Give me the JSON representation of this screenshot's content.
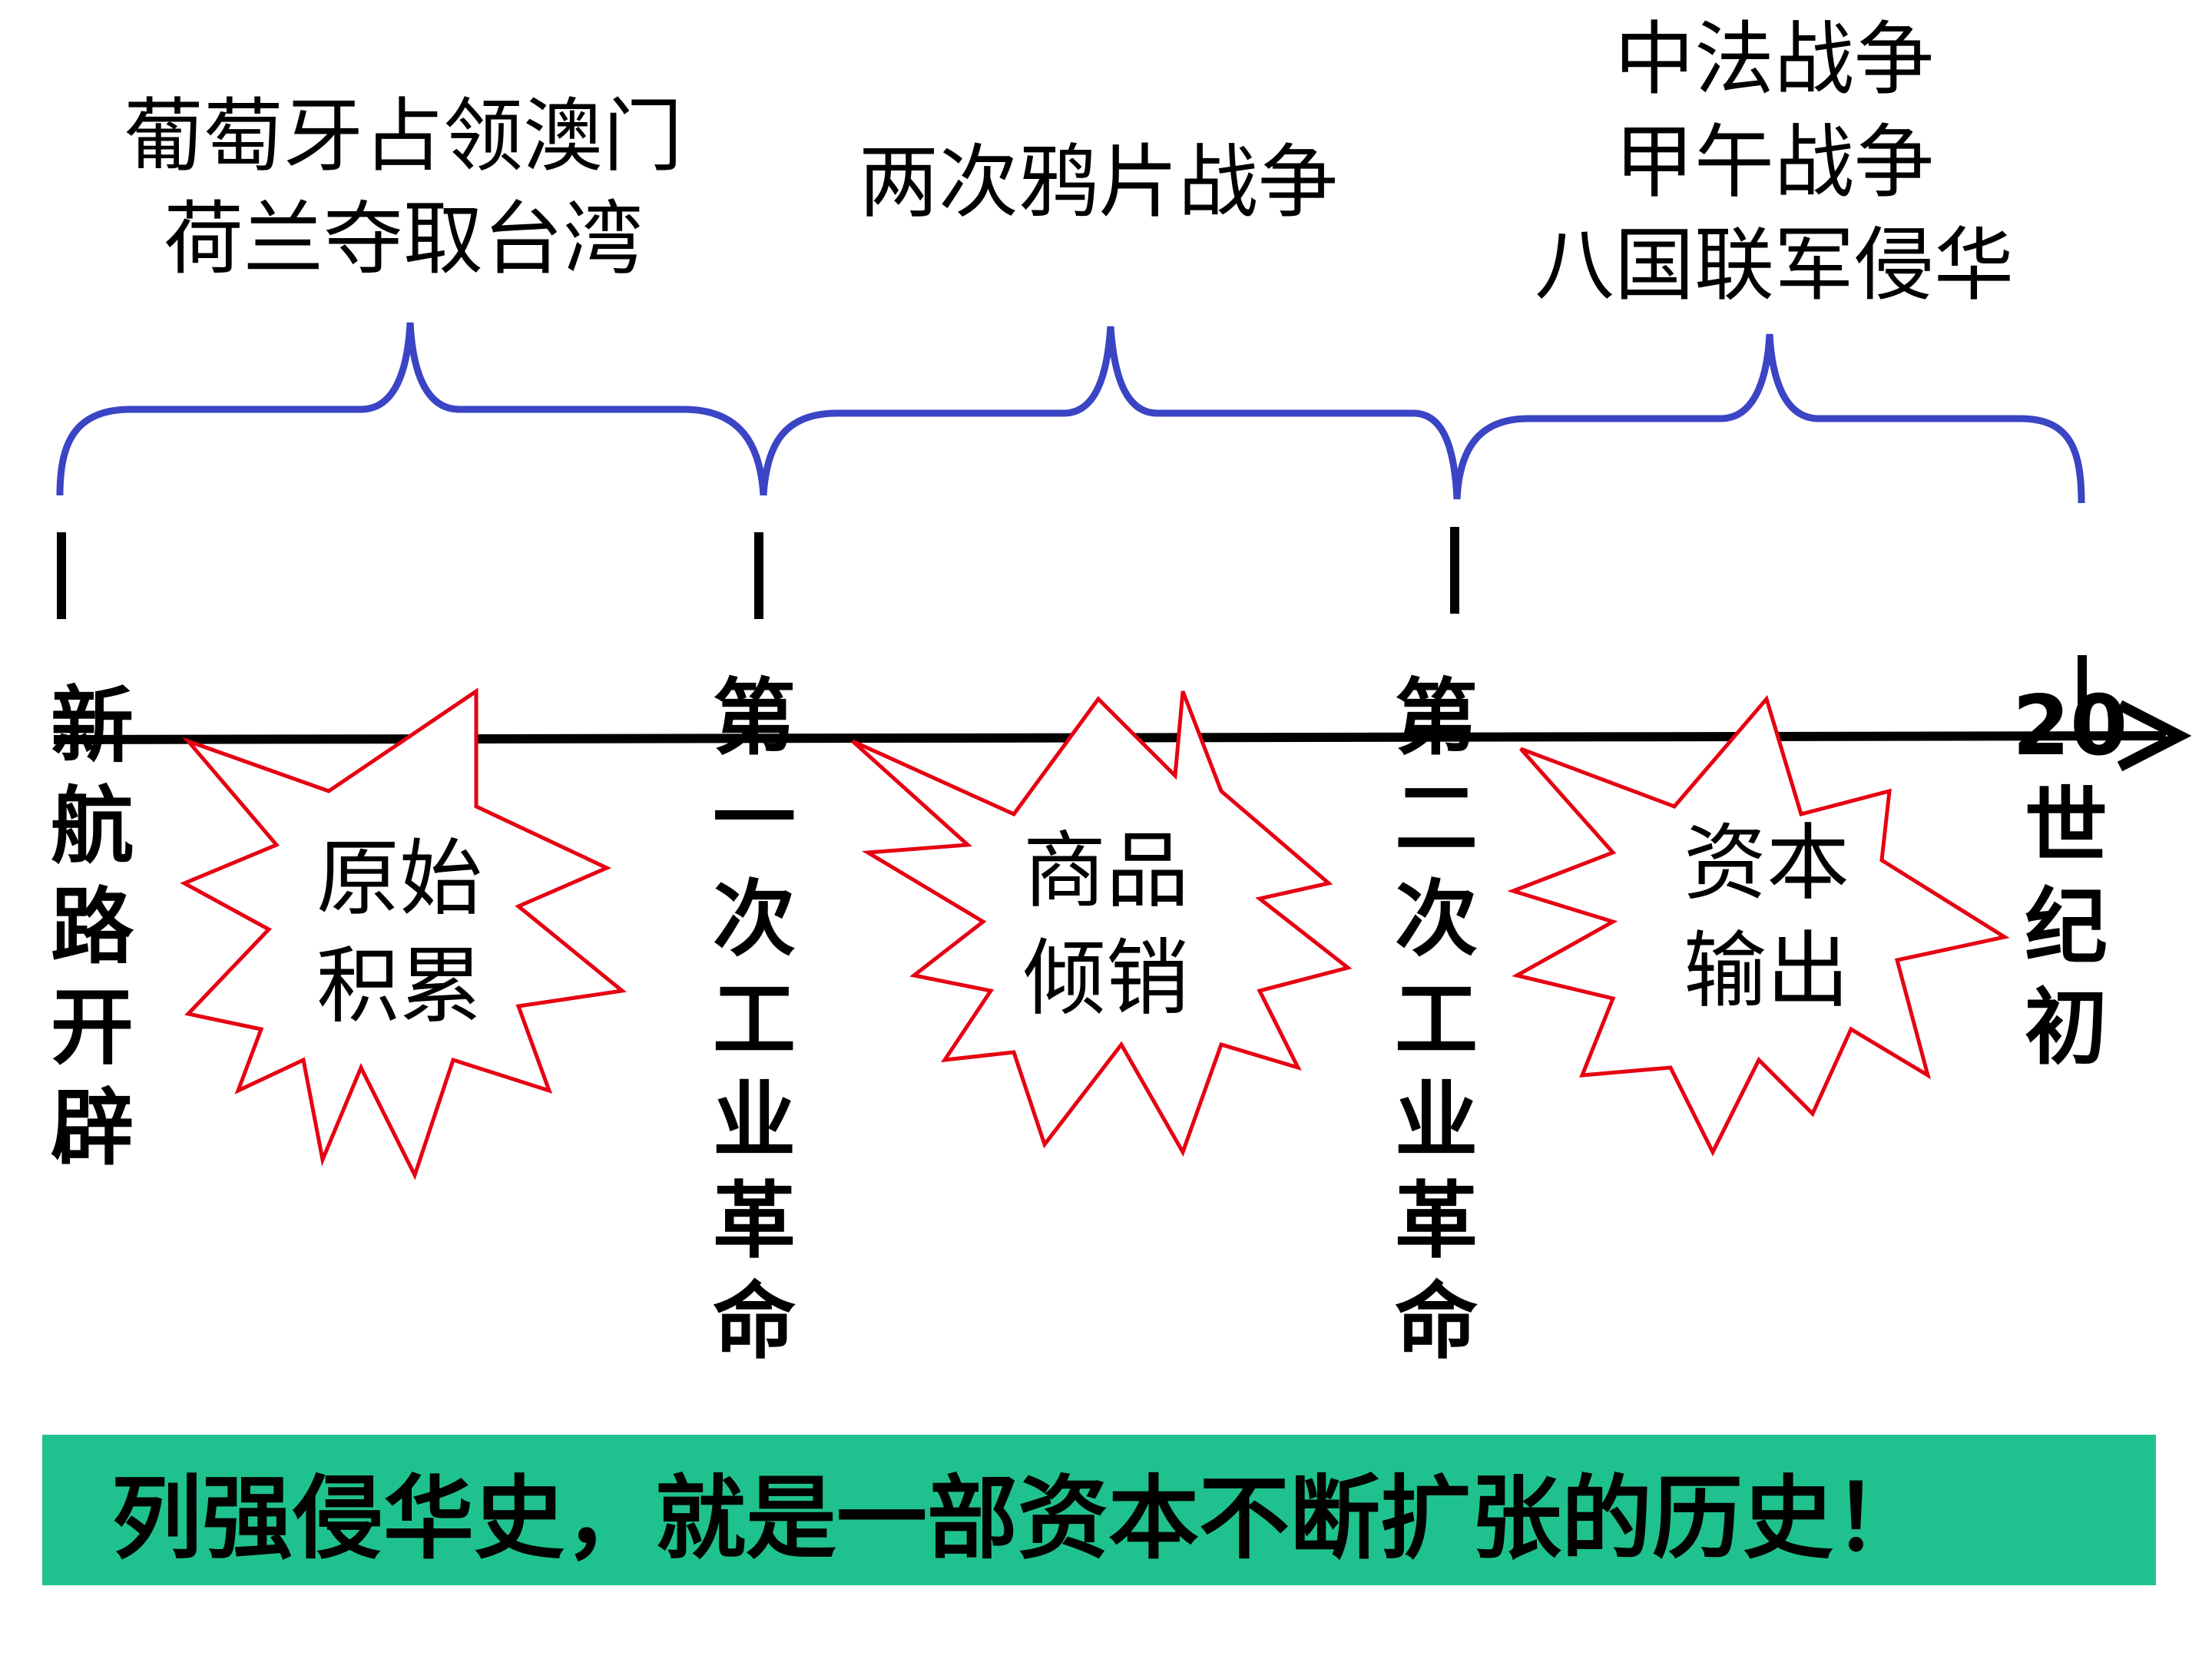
{
  "colors": {
    "brace": "#3a44c4",
    "burst": "#e60012",
    "axis": "#000000",
    "banner": "#1fc28e"
  },
  "periods": [
    {
      "events": [
        "葡萄牙占领澳门",
        "荷兰夺取台湾"
      ],
      "label": [
        "原始",
        "积累"
      ]
    },
    {
      "events": [
        "两次鸦片战争"
      ],
      "label": [
        "商品",
        "倾销"
      ]
    },
    {
      "events": [
        "中法战争",
        "甲午战争",
        "八国联军侵华"
      ],
      "label": [
        "资本",
        "输出"
      ]
    }
  ],
  "milestones": [
    {
      "chars": [
        "新",
        "航",
        "路",
        "开",
        "辟"
      ]
    },
    {
      "chars": [
        "第",
        "一",
        "次",
        "工",
        "业",
        "革",
        "命"
      ]
    },
    {
      "chars": [
        "第",
        "二",
        "次",
        "工",
        "业",
        "革",
        "命"
      ]
    },
    {
      "chars": [
        "20",
        "世",
        "纪",
        "初"
      ]
    }
  ],
  "conclusion": "列强侵华史，就是一部资本不断扩张的历史！"
}
